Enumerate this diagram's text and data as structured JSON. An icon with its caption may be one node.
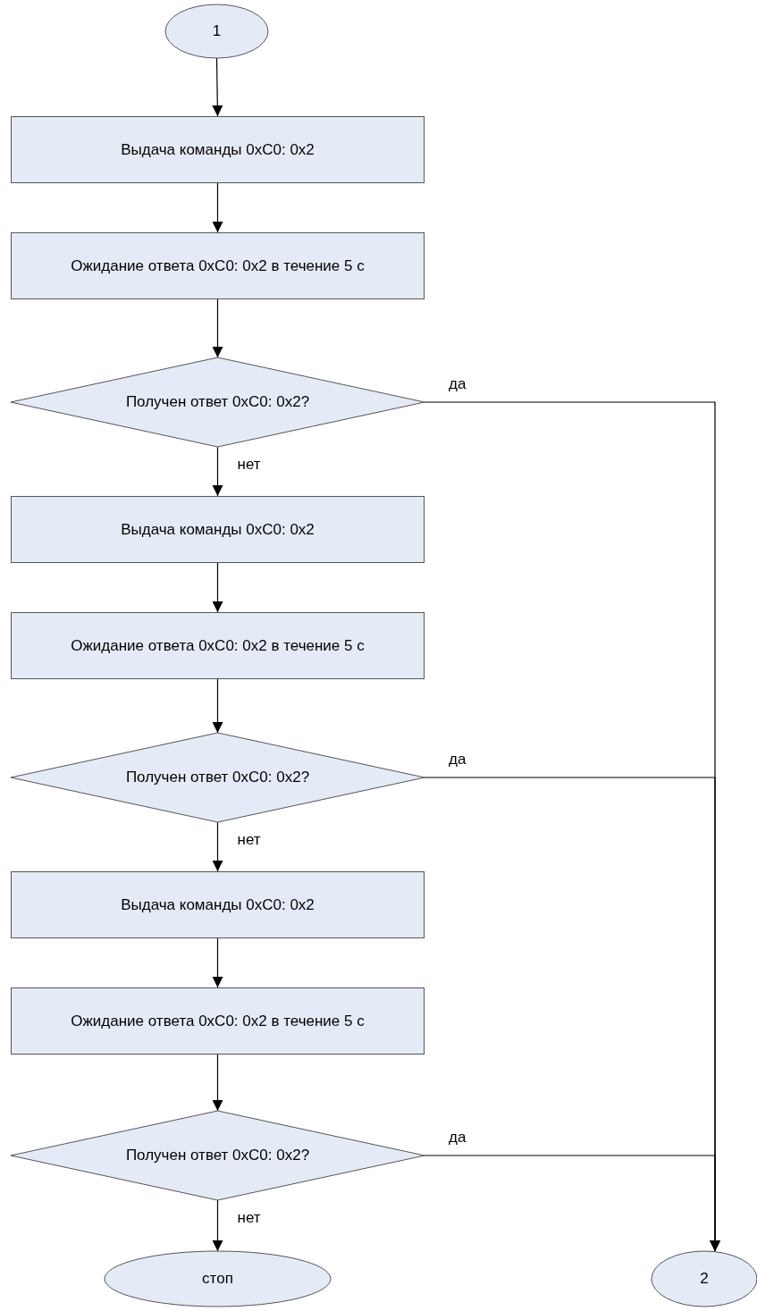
{
  "diagram": {
    "nodes": [
      {
        "text": [
          "1"
        ]
      },
      {
        "text": [
          "Выдача команды 0xC0: 0x2"
        ]
      },
      {
        "text": [
          "Ожидание ответа 0xC0: 0x2 в течение 5 с"
        ]
      },
      {
        "text": [
          "Получен ответ 0xC0: 0x2?"
        ]
      },
      {
        "text": [
          "Выдача команды 0xC0: 0x2"
        ]
      },
      {
        "text": [
          "Ожидание ответа 0xC0: 0x2 в течение 5 с"
        ]
      },
      {
        "text": [
          "Получен ответ 0xC0: 0x2?"
        ]
      },
      {
        "text": [
          "Выдача команды 0xC0: 0x2"
        ]
      },
      {
        "text": [
          "Ожидание ответа 0xC0: 0x2 в течение 5 с"
        ]
      },
      {
        "text": [
          "Получен ответ 0xC0: 0x2?"
        ]
      },
      {
        "text": [
          "стоп"
        ]
      },
      {
        "text": [
          "2"
        ]
      }
    ],
    "edges": [
      {
        "from": 0,
        "to": 1,
        "arrow": "to"
      },
      {
        "from": 1,
        "to": 2,
        "arrow": "to"
      },
      {
        "from": 2,
        "to": 3,
        "arrow": "to"
      },
      {
        "from": 3,
        "to": 4,
        "arrow": "to",
        "label": "нет"
      },
      {
        "from": 4,
        "to": 5,
        "arrow": "to"
      },
      {
        "from": 5,
        "to": 6,
        "arrow": "to"
      },
      {
        "from": 6,
        "to": 7,
        "arrow": "to",
        "label": "нет"
      },
      {
        "from": 7,
        "to": 8,
        "arrow": "to"
      },
      {
        "from": 8,
        "to": 9,
        "arrow": "to"
      },
      {
        "from": 9,
        "to": 10,
        "arrow": "to",
        "label": "нет"
      },
      {
        "from": 3,
        "to": 11,
        "arrow": "to",
        "label": "да"
      },
      {
        "from": 6,
        "to": 11,
        "arrow": "to",
        "label": "да"
      },
      {
        "from": 9,
        "to": 11,
        "arrow": "to",
        "label": "да"
      }
    ]
  }
}
